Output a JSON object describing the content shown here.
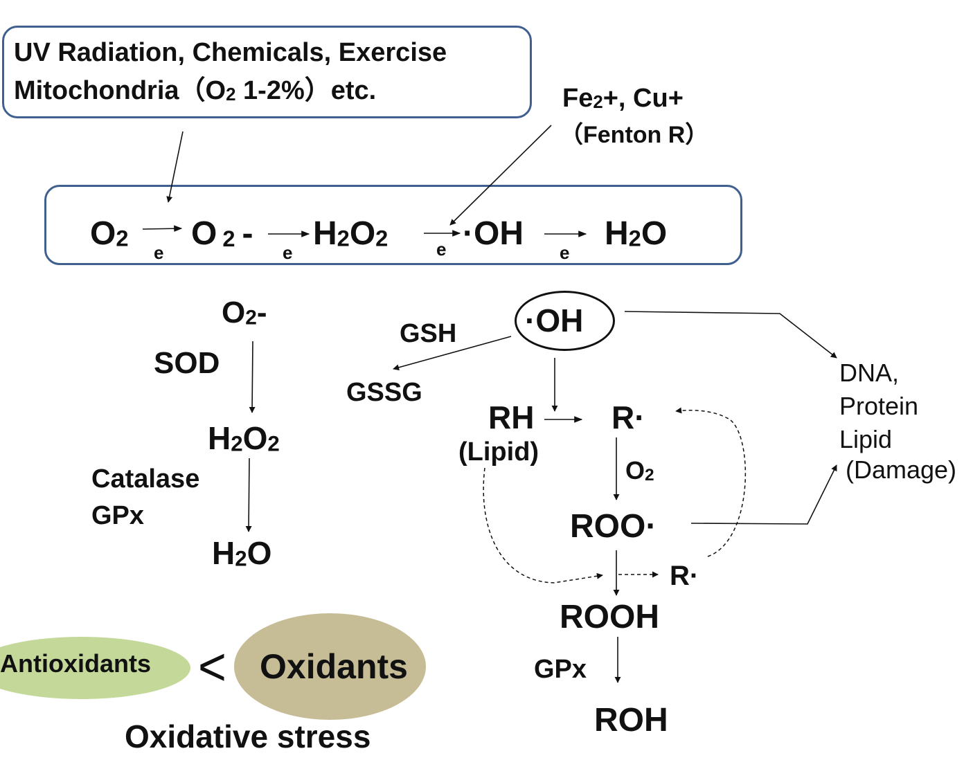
{
  "sources": {
    "line1": "UV Radiation, Chemicals, Exercise",
    "line2_pre": "Mitochondria（O",
    "line2_sub": "2",
    "line2_post": " 1-2%）etc."
  },
  "metals": {
    "fe": "Fe",
    "fe_sub": "2",
    "fe_post": "+, Cu+",
    "fenton": "（Fenton R）"
  },
  "chain": {
    "o2": "O",
    "o2_sub": "2",
    "superoxide": "O",
    "superoxide_sub": "2",
    "superoxide_post": "-",
    "h2o2_h": "H",
    "h2o2_2a": "2",
    "h2o2_o": "O",
    "h2o2_2b": "2",
    "oh": "·OH",
    "h2o_h": "H",
    "h2o_2": "2",
    "h2o_o": "O",
    "electron": "e"
  },
  "sod_path": {
    "start": "O",
    "start_sub": "2",
    "start_post": "-",
    "enzyme1": "SOD",
    "mid_h": "H",
    "mid_2a": "2",
    "mid_o": "O",
    "mid_2b": "2",
    "enzyme2a": "Catalase",
    "enzyme2b": "GPx",
    "end_h": "H",
    "end_2": "2",
    "end_o": "O"
  },
  "radical_path": {
    "oh_center": "·OH",
    "gsh": "GSH",
    "gssg": "GSSG",
    "rh": "RH",
    "lipid": "(Lipid)",
    "r_radical": "R·",
    "o2": "O",
    "o2_sub": "2",
    "roo": "ROO·",
    "r_radical2": "R·",
    "rooh": "ROOH",
    "gpx": "GPx",
    "roh": "ROH"
  },
  "damage": {
    "line1": "DNA,",
    "line2": "Protein",
    "line3": "Lipid",
    "line4": "(Damage)"
  },
  "balance": {
    "antioxidants": "Antioxidants",
    "less_than": "<",
    "oxidants": "Oxidants",
    "caption": "Oxidative stress",
    "antioxidant_color": "#c4d89a",
    "oxidant_color": "#c6bd97"
  },
  "colors": {
    "box_border": "#3f5f8f"
  }
}
